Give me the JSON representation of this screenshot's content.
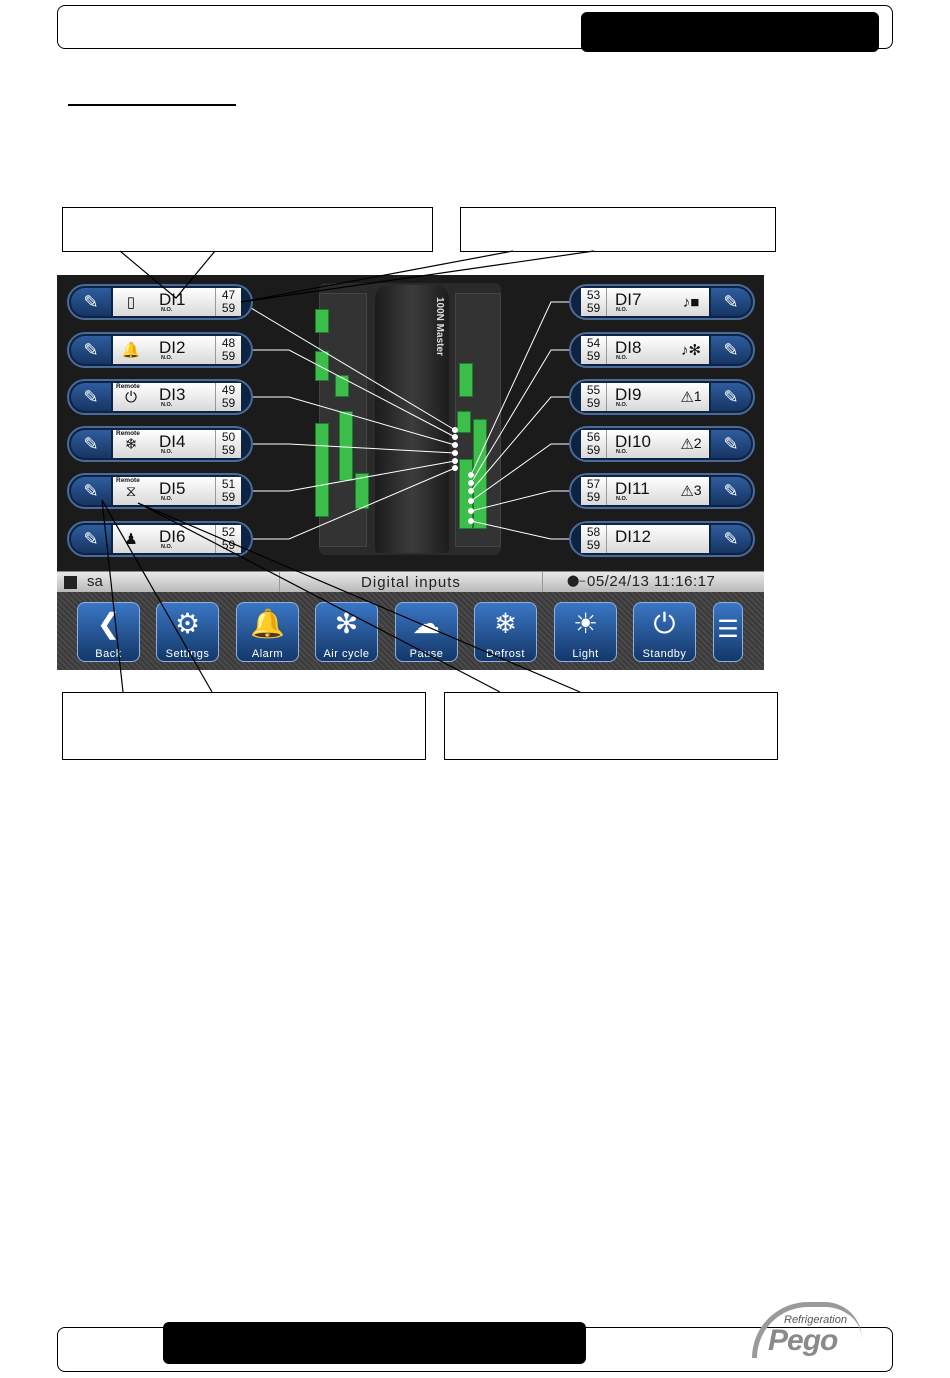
{
  "screen": {
    "controller_label": "100N Master",
    "di_left": [
      {
        "name": "DI1",
        "mode": "N.O.",
        "terminal_top": "47",
        "terminal_bottom": "59",
        "icon": "door-icon",
        "glyph": "▯",
        "remote": ""
      },
      {
        "name": "DI2",
        "mode": "N.O.",
        "terminal_top": "48",
        "terminal_bottom": "59",
        "icon": "bell-alarm-icon",
        "glyph": "🔔",
        "remote": ""
      },
      {
        "name": "DI3",
        "mode": "N.O.",
        "terminal_top": "49",
        "terminal_bottom": "59",
        "icon": "remote-standby-icon",
        "glyph": "⏻",
        "remote": "Remote"
      },
      {
        "name": "DI4",
        "mode": "N.O.",
        "terminal_top": "50",
        "terminal_bottom": "59",
        "icon": "remote-defrost-icon",
        "glyph": "❄",
        "remote": "Remote"
      },
      {
        "name": "DI5",
        "mode": "N.O.",
        "terminal_top": "51",
        "terminal_bottom": "59",
        "icon": "remote-resistance-icon",
        "glyph": "⧖",
        "remote": "Remote"
      },
      {
        "name": "DI6",
        "mode": "N.O.",
        "terminal_top": "52",
        "terminal_bottom": "59",
        "icon": "man-in-room-icon",
        "glyph": "♟",
        "remote": ""
      }
    ],
    "di_right": [
      {
        "name": "DI7",
        "mode": "N.O.",
        "terminal_top": "53",
        "terminal_bottom": "59",
        "icon": "alarm-compressor-icon",
        "glyph": "♪■",
        "sup": ""
      },
      {
        "name": "DI8",
        "mode": "N.O.",
        "terminal_top": "54",
        "terminal_bottom": "59",
        "icon": "alarm-fan-icon",
        "glyph": "♪✻",
        "sup": ""
      },
      {
        "name": "DI9",
        "mode": "N.O.",
        "terminal_top": "55",
        "terminal_bottom": "59",
        "icon": "warning-1-icon",
        "glyph": "⚠",
        "sup": "1"
      },
      {
        "name": "DI10",
        "mode": "N.O.",
        "terminal_top": "56",
        "terminal_bottom": "59",
        "icon": "warning-2-icon",
        "glyph": "⚠",
        "sup": "2"
      },
      {
        "name": "DI11",
        "mode": "N.O.",
        "terminal_top": "57",
        "terminal_bottom": "59",
        "icon": "warning-3-icon",
        "glyph": "⚠",
        "sup": "3"
      },
      {
        "name": "DI12",
        "mode": "",
        "terminal_top": "58",
        "terminal_bottom": "59",
        "icon": "",
        "glyph": "",
        "sup": ""
      }
    ],
    "status": {
      "left_text": "sa",
      "center_text": "Digital inputs",
      "usb_icon": "usb-icon",
      "datetime": "05/24/13 11:16:17"
    },
    "menu": [
      {
        "label": "Back",
        "icon": "back-arrow-icon",
        "glyph": "❮"
      },
      {
        "label": "Settings",
        "icon": "gears-icon",
        "glyph": "⚙"
      },
      {
        "label": "Alarm",
        "icon": "bell-icon",
        "glyph": "🔔"
      },
      {
        "label": "Air cycle",
        "icon": "fan-icon",
        "glyph": "✻"
      },
      {
        "label": "Pause",
        "icon": "cloud-icon",
        "glyph": "☁"
      },
      {
        "label": "Defrost",
        "icon": "snowflake-icon",
        "glyph": "❄"
      },
      {
        "label": "Light",
        "icon": "sun-icon",
        "glyph": "☀"
      },
      {
        "label": "Standby",
        "icon": "power-icon",
        "glyph": "⏻"
      },
      {
        "label": "",
        "icon": "hamburger-icon",
        "glyph": "☰"
      }
    ]
  },
  "logo": {
    "sub": "Refrigeration",
    "main": "Pego"
  },
  "colors": {
    "screen_bg": "#1b1b1b",
    "button_blue": "#2f5d9e",
    "terminal_green": "#3bbf4a"
  }
}
